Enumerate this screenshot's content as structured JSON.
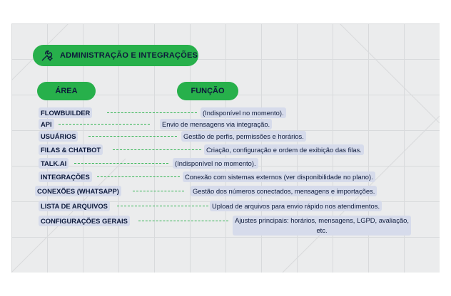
{
  "title": "ADMINISTRAÇÃO E INTEGRAÇÕES",
  "headers": {
    "area": "ÁREA",
    "function": "FUNÇÃO"
  },
  "icon": "wrench-gear-icon",
  "colors": {
    "accent": "#27b04b",
    "text": "#0d1a3a",
    "label_bg": "#d6dbeb",
    "background": "#ebeced"
  },
  "rows": [
    {
      "area": "FLOWBUILDER",
      "function": "(Indisponível no momento)."
    },
    {
      "area": "API",
      "function": "Envio de mensagens via integração."
    },
    {
      "area": "USUÁRIOS",
      "function": "Gestão de perfis, permissões e horários."
    },
    {
      "area": "FILAS & CHATBOT",
      "function": "Criação, configuração e ordem de exibição das filas."
    },
    {
      "area": "TALK.AI",
      "function": "(Indisponível no momento)."
    },
    {
      "area": "INTEGRAÇÕES",
      "function": "Conexão com sistemas externos (ver disponibilidade no plano)."
    },
    {
      "area": "CONEXÕES (WHATSAPP)",
      "function": "Gestão dos números conectados, mensagens e importações."
    },
    {
      "area": "LISTA DE ARQUIVOS",
      "function": "Upload de arquivos para envio rápido nos atendimentos."
    },
    {
      "area": "CONFIGURAÇÕES GERAIS",
      "function": "Ajustes principais: horários, mensagens, LGPD, avaliação, etc."
    }
  ]
}
